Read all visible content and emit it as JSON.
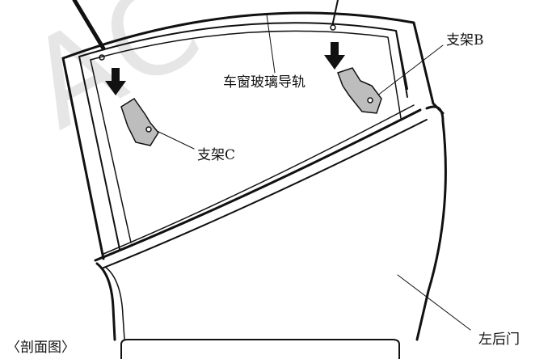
{
  "labels": {
    "rail": "车窗玻璃导轨",
    "bracket_b": "支架B",
    "bracket_c": "支架C",
    "rear_left_door": "左后门",
    "section_view": "〈剖面图〉"
  },
  "watermark": "AC",
  "colors": {
    "line": "#111111",
    "bracket_fill": "#bdbdbd",
    "watermark": "#e6e6e6",
    "background": "#ffffff"
  },
  "icons": {
    "arrow": "down-arrow-icon"
  }
}
